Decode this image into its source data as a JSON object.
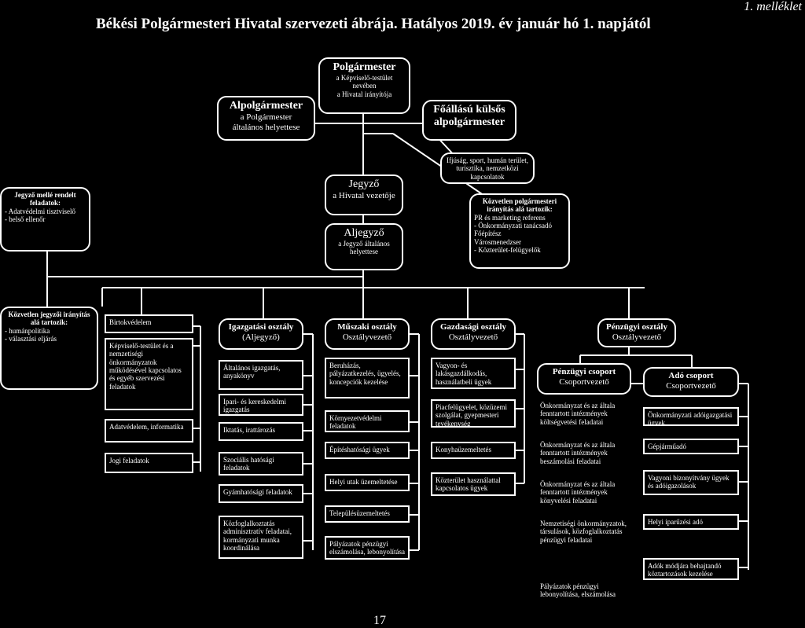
{
  "title": "Békési Polgármesteri Hivatal szervezeti ábrája. Hatályos 2019. év január hó 1. napjától",
  "annex": "1. melléklet",
  "page_number": "17",
  "mayor": {
    "title": "Polgármester",
    "l1": "a Képviselő-testület",
    "l2": "nevében",
    "l3": "a Hivatal irányítója"
  },
  "deputy": {
    "title": "Alpolgármester",
    "l1": "a Polgármester",
    "l2": "általános helyettese"
  },
  "external_deputy": {
    "l1": "Főállású külsős",
    "l2": "alpolgármester"
  },
  "external_tasks": {
    "text": "Ifjúság, sport, humán terület, turisztika, nemzetközi kapcsolatok"
  },
  "notary": {
    "title": "Jegyző",
    "l1": "a Hivatal vezetője"
  },
  "vice_notary": {
    "title": "Aljegyző",
    "l1": "a Jegyző általános",
    "l2": "helyettese"
  },
  "notary_tasks": {
    "title": "Jegyző mellé rendelt feladatok:",
    "items": [
      "- Adatvédelmi tisztviselő",
      "- belső ellenőr"
    ]
  },
  "mayor_tasks": {
    "title": "Közvetlen polgármesteri irányítás alá tartozik:",
    "items": [
      "PR és marketing referens",
      "- Önkormányzati tanácsadó",
      "Főépítész",
      "Városmenedzser",
      "- Közterület-felügyelők"
    ]
  },
  "notary_direct": {
    "title": "Közvetlen jegyzői irányítás alá tartozik:",
    "items": [
      "- humánpolitika",
      "- választási eljárás"
    ]
  },
  "col1": {
    "items": [
      "Birtokvédelem",
      "Képviselő-testület és a nemzetiségi önkormányzatok működésével kapcsolatos és egyéb szervezési feladatok",
      "Adatvédelem, informatika",
      "Jogi feladatok"
    ]
  },
  "dept_admin": {
    "title": "Igazgatási osztály",
    "sub": "(Aljegyző)",
    "items": [
      "Általános igazgatás, anyakönyv",
      "Ipari- és kereskedelmi igazgatás",
      "Iktatás, irattározás",
      "Szociális hatósági feladatok",
      "Gyámhatósági feladatok",
      "Közfoglalkoztatás adminisztratív feladatai, kormányzati munka koordinálása"
    ]
  },
  "dept_tech": {
    "title": "Műszaki osztály",
    "sub": "Osztályvezető",
    "items": [
      "Beruházás, pályázatkezelés, ügyelés, koncepciók kezelése",
      "Környezetvédelmi feladatok",
      "Építéshatósági ügyek",
      "Helyi utak üzemeltetése",
      "Településüzemeltetés",
      "Pályázatok pénzügyi elszámolása, lebonyolítása"
    ]
  },
  "dept_econ": {
    "title": "Gazdasági osztály",
    "sub": "Osztályvezető",
    "items": [
      "Vagyon- és lakásgazdálkodás, használatbeli ügyek",
      "Piacfelügyelet, közüzemi szolgálat, gyepmesteri tevékenység",
      "Konyhaüzemeltetés",
      "Közterület használattal kapcsolatos ügyek"
    ]
  },
  "dept_fin": {
    "title": "Pénzügyi osztály",
    "sub": "Osztályvezető"
  },
  "fin_group": {
    "title": "Pénzügyi csoport",
    "sub": "Csoportvezető",
    "items": [
      "Önkormányzat és az általa fenntartott intézmények költségvetési feladatai",
      "Önkormányzat és az általa fenntartott intézmények beszámolási feladatai",
      "Önkormányzat és az általa fenntartott intézmények könyvelési feladatai",
      "Nemzetiségi önkormányzatok, társulások, közfoglalkoztatás pénzügyi feladatai",
      "Pályázatok pénzügyi lebonyolítása, elszámolása"
    ]
  },
  "tax_group": {
    "title": "Adó csoport",
    "sub": "Csoportvezető",
    "items": [
      "Önkormányzati adóigazgatási ügyek",
      "Gépjárműadó",
      "Vagyoni bizonyítvány ügyek és adóigazolások",
      "Helyi iparűzési adó",
      "Adók módjára behajtandó köztartozások kezelése"
    ]
  }
}
